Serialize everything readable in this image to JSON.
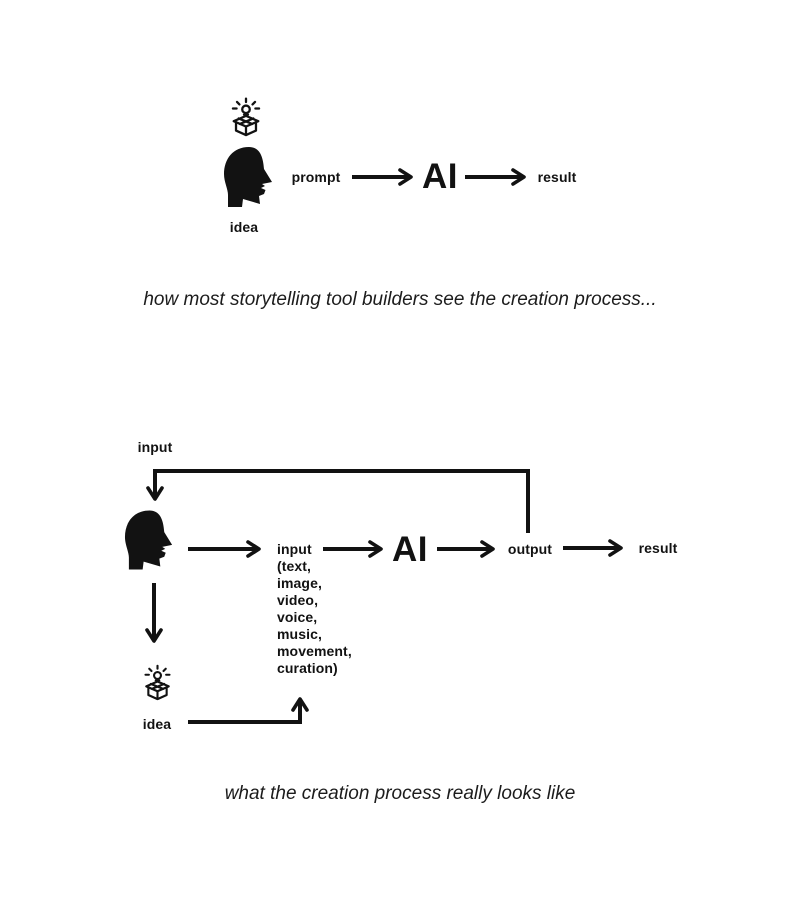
{
  "colors": {
    "ink": "#121212",
    "background": "#ffffff"
  },
  "top_diagram": {
    "idea_label": "idea",
    "prompt_label": "prompt",
    "ai_label": "AI",
    "result_label": "result"
  },
  "top_caption": "how most storytelling tool builders see the creation process...",
  "bottom_diagram": {
    "loop_label": "input",
    "input_block": "input\n(text,\nimage,\nvideo,\nvoice,\nmusic,\nmovement,\ncuration)",
    "ai_label": "AI",
    "output_label": "output",
    "result_label": "result",
    "idea_label": "idea"
  },
  "bottom_caption": "what the creation process really looks like"
}
